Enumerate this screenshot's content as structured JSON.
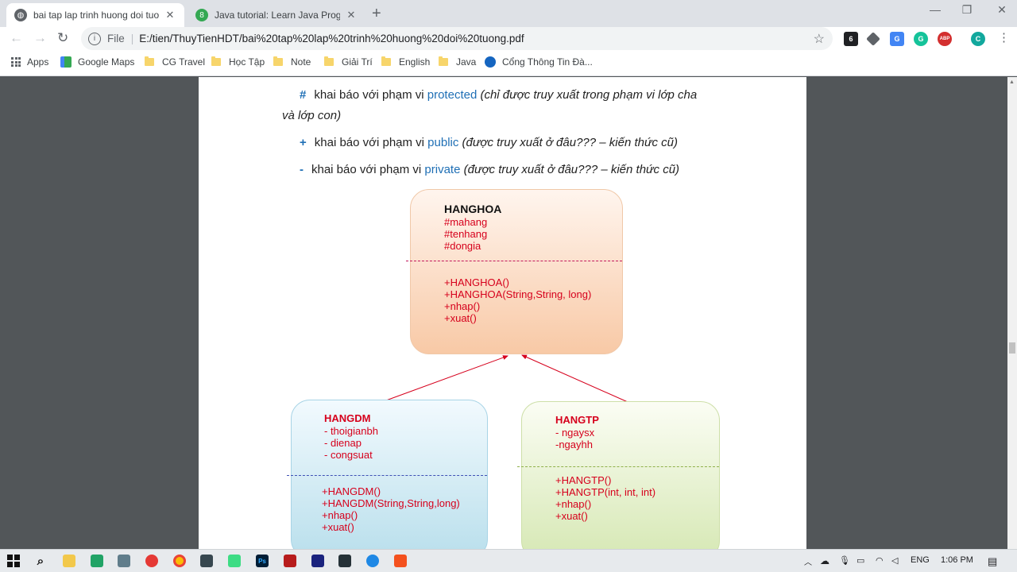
{
  "tabs": [
    {
      "title": "bai tap lap trinh huong doi tuong",
      "close": "✕",
      "favicon_color": "#5f6368"
    },
    {
      "title": "Java tutorial: Learn Java Programming",
      "close": "✕",
      "favicon_color": "#34a853"
    }
  ],
  "window_controls": {
    "minimize": "—",
    "restore": "❐",
    "close": "✕"
  },
  "new_tab": "+",
  "nav": {
    "back": "←",
    "forward": "→",
    "reload": "↻"
  },
  "omnibox": {
    "scheme": "File",
    "url": "E:/tien/ThuyTienHDT/bai%20tap%20lap%20trinh%20huong%20doi%20tuong.pdf",
    "star": "☆"
  },
  "extensions": [
    "6",
    "",
    "G",
    "G",
    "ABP",
    "C"
  ],
  "bookmarks": [
    "Apps",
    "Google Maps",
    "CG Travel",
    "Học Tập",
    "Note",
    "Giải Trí",
    "English",
    "Java",
    "Cổng Thông Tin Đà..."
  ],
  "doc": {
    "protected": {
      "symbol": "#",
      "prefix": "khai báo với phạm vi ",
      "kw": "protected",
      "desc1": "(chỉ được truy xuất trong phạm vi lớp cha",
      "desc2": "và lớp con)"
    },
    "public": {
      "symbol": "+",
      "prefix": "khai báo với phạm vi ",
      "kw": "public",
      "desc": "(được truy xuất ở đâu??? – kiến thức cũ)"
    },
    "private": {
      "symbol": "-",
      "prefix": "khai báo với phạm vi ",
      "kw": "private",
      "desc": "(được truy xuất ở đâu??? – kiến thức cũ)"
    }
  },
  "uml": {
    "hanghoa": {
      "name": "HANGHOA",
      "attrs": [
        "#mahang",
        "#tenhang",
        "#dongia"
      ],
      "ops": [
        "+HANGHOA()",
        "+HANGHOA(String,String, long)",
        "+nhap()",
        "+xuat()"
      ]
    },
    "hangdm": {
      "name": "HANGDM",
      "attrs": [
        "- thoigianbh",
        "- dienap",
        "- congsuat"
      ],
      "ops": [
        "+HANGDM()",
        "+HANGDM(String,String,long)",
        "+nhap()",
        "+xuat()"
      ]
    },
    "hangtp": {
      "name": "HANGTP",
      "attrs": [
        "- ngaysx",
        "-ngayhh"
      ],
      "ops": [
        "+HANGTP()",
        "+HANGTP(int, int, int)",
        "+nhap()",
        "+xuat()"
      ]
    }
  },
  "tray": {
    "lang": "ENG",
    "time": "1:06 PM"
  }
}
